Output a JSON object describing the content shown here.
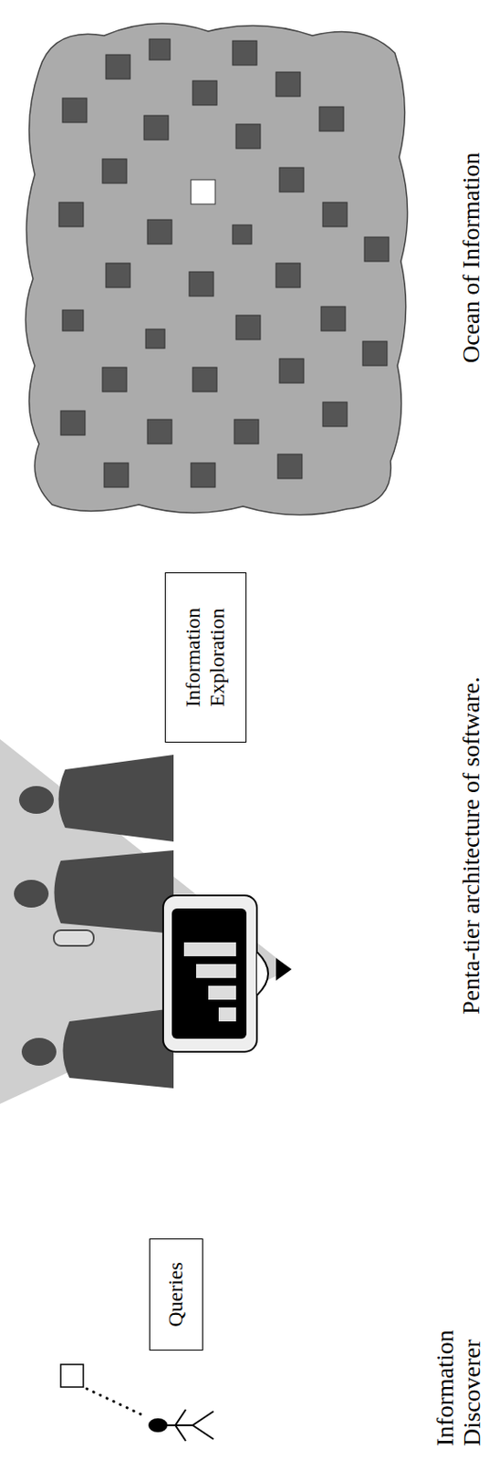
{
  "diagram": {
    "nodes": [
      {
        "text": [
          "Information Discoverer"
        ]
      },
      {
        "text": [
          "Queries"
        ]
      },
      {
        "text": [
          "Penta-tier architecture of software."
        ]
      },
      {
        "text": [
          "Information Exploration"
        ]
      },
      {
        "text": [
          "Ocean of Information"
        ]
      }
    ],
    "edges": [
      {
        "from": 0,
        "to": 1,
        "arrow": "to"
      },
      {
        "from": 1,
        "to": 2,
        "arrow": "to"
      },
      {
        "from": 2,
        "to": 3,
        "arrow": "to"
      },
      {
        "from": 3,
        "to": 4,
        "arrow": "to"
      }
    ]
  }
}
